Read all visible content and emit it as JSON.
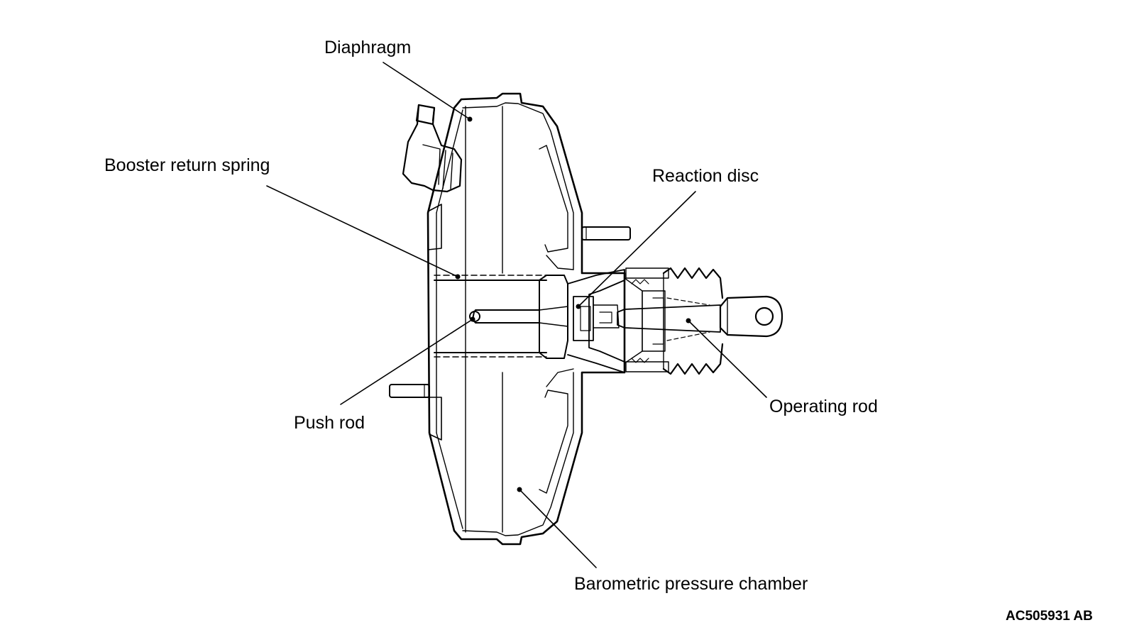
{
  "labels": {
    "diaphragm": "Diaphragm",
    "booster_return_spring": "Booster return spring",
    "reaction_disc": "Reaction disc",
    "push_rod": "Push rod",
    "operating_rod": "Operating rod",
    "barometric_pressure_chamber": "Barometric pressure chamber"
  },
  "figure_code": "AC505931 AB",
  "colors": {
    "line": "#000000",
    "background": "#ffffff"
  }
}
